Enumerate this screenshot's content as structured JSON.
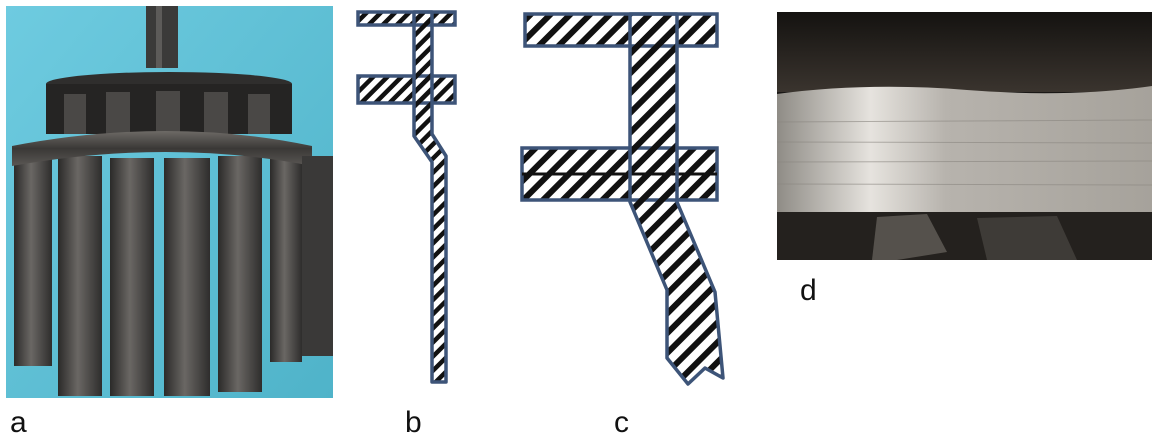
{
  "figure": {
    "panels": [
      {
        "id": "a",
        "label": "a",
        "kind": "photo"
      },
      {
        "id": "b",
        "label": "b",
        "kind": "schematic"
      },
      {
        "id": "c",
        "label": "c",
        "kind": "schematic"
      },
      {
        "id": "d",
        "label": "d",
        "kind": "photo"
      }
    ]
  },
  "colors": {
    "outline": "#3d5478",
    "hatch": "#111111",
    "photo_background_a": "#5fc0d6",
    "metal_dark": "#3e3d3c",
    "photo_background_d": "#1a1816",
    "metal_light": "#b9b6b0"
  }
}
